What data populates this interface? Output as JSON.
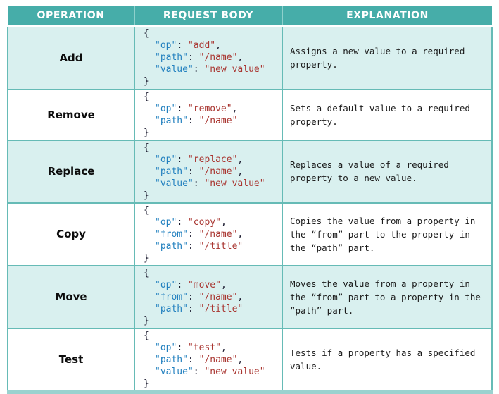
{
  "colors": {
    "header_bg": "#46ADA9",
    "row_alt_bg": "#D9F0EF",
    "row_plain_bg": "#FFFFFF",
    "border": "#66BBB6",
    "bottom_bar": "#9AD2CF",
    "json_key": "#2280BF",
    "json_value": "#A93530",
    "json_punctuation": "#1C1C30",
    "header_text": "#FFFFFF",
    "body_text": "#1B1B1B"
  },
  "header": {
    "columns": [
      "OPERATION",
      "REQUEST BODY",
      "EXPLANATION"
    ]
  },
  "rows": [
    {
      "operation": "Add",
      "json": {
        "open": "{",
        "close": "}",
        "lines": [
          {
            "key": "\"op\"",
            "sep": ": ",
            "value": "\"add\"",
            "end": ","
          },
          {
            "key": "\"path\"",
            "sep": ": ",
            "value": "\"/name\"",
            "end": ","
          },
          {
            "key": "\"value\"",
            "sep": ": ",
            "value": "\"new value\"",
            "end": ""
          }
        ]
      },
      "explanation": "Assigns a new value to a required property."
    },
    {
      "operation": "Remove",
      "json": {
        "open": "{",
        "close": "}",
        "lines": [
          {
            "key": "\"op\"",
            "sep": ": ",
            "value": "\"remove\"",
            "end": ","
          },
          {
            "key": "\"path\"",
            "sep": ": ",
            "value": "\"/name\"",
            "end": ""
          }
        ]
      },
      "explanation": "Sets a default value to a required property."
    },
    {
      "operation": "Replace",
      "json": {
        "open": "{",
        "close": "}",
        "lines": [
          {
            "key": "\"op\"",
            "sep": ": ",
            "value": "\"replace\"",
            "end": ","
          },
          {
            "key": "\"path\"",
            "sep": ": ",
            "value": "\"/name\"",
            "end": ","
          },
          {
            "key": "\"value\"",
            "sep": ": ",
            "value": "\"new value\"",
            "end": ""
          }
        ]
      },
      "explanation": "Replaces a value of a required property to a new value."
    },
    {
      "operation": "Copy",
      "json": {
        "open": "{",
        "close": "}",
        "lines": [
          {
            "key": "\"op\"",
            "sep": ": ",
            "value": "\"copy\"",
            "end": ","
          },
          {
            "key": "\"from\"",
            "sep": ": ",
            "value": "\"/name\"",
            "end": ","
          },
          {
            "key": "\"path\"",
            "sep": ": ",
            "value": "\"/title\"",
            "end": ""
          }
        ]
      },
      "explanation": "Copies the value from a property in the “from” part to the property in the “path” part."
    },
    {
      "operation": "Move",
      "json": {
        "open": "{",
        "close": "}",
        "lines": [
          {
            "key": "\"op\"",
            "sep": ": ",
            "value": "\"move\"",
            "end": ","
          },
          {
            "key": "\"from\"",
            "sep": ": ",
            "value": "\"/name\"",
            "end": ","
          },
          {
            "key": "\"path\"",
            "sep": ": ",
            "value": "\"/title\"",
            "end": ""
          }
        ]
      },
      "explanation": "Moves the value from a property in the “from” part to a property in the “path” part."
    },
    {
      "operation": "Test",
      "json": {
        "open": "{",
        "close": "}",
        "lines": [
          {
            "key": "\"op\"",
            "sep": ": ",
            "value": "\"test\"",
            "end": ","
          },
          {
            "key": "\"path\"",
            "sep": ": ",
            "value": "\"/name\"",
            "end": ","
          },
          {
            "key": "\"value\"",
            "sep": ": ",
            "value": "\"new value\"",
            "end": ""
          }
        ]
      },
      "explanation": "Tests if a property has a specified value."
    }
  ]
}
